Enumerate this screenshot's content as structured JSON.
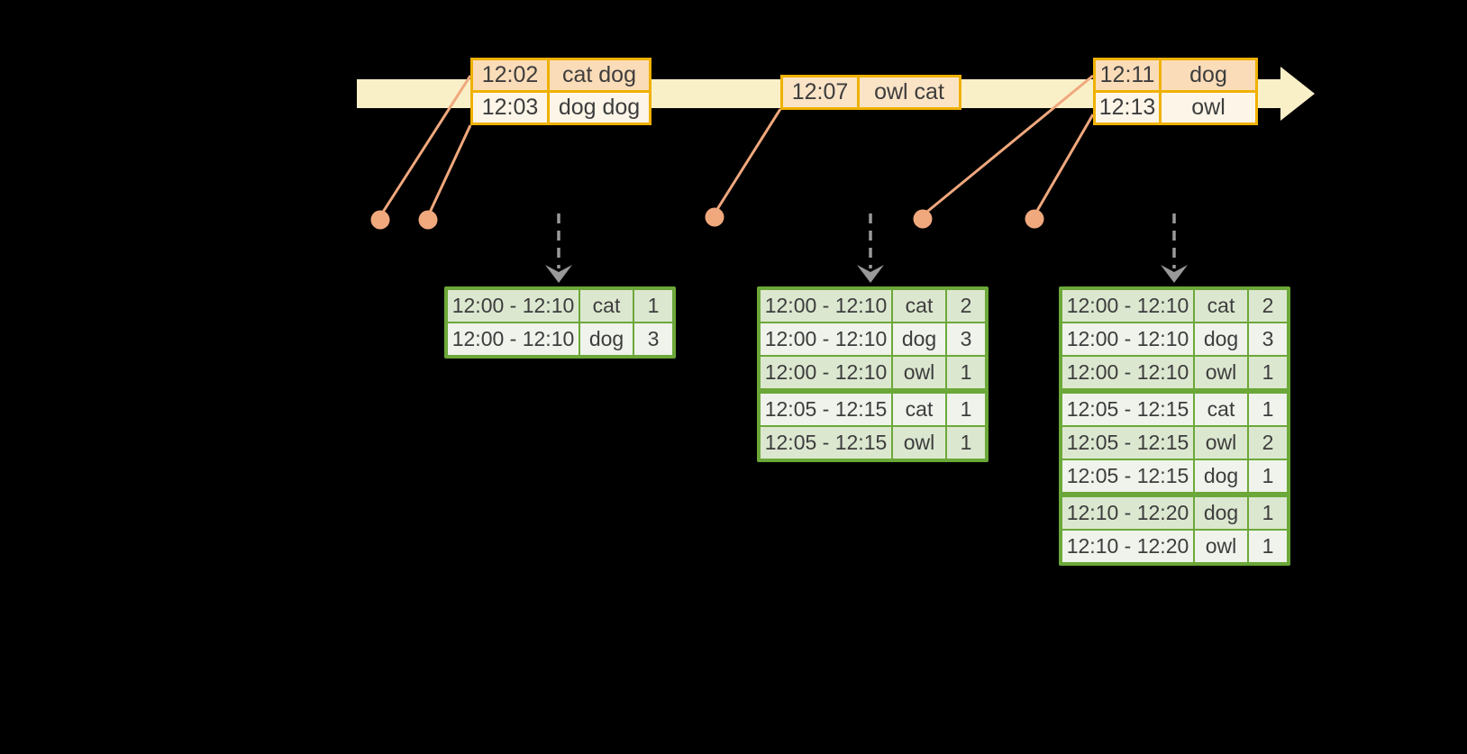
{
  "timeline": {
    "event_blocks": [
      {
        "rows": [
          {
            "time": "12:02",
            "words": "cat dog"
          },
          {
            "time": "12:03",
            "words": "dog dog"
          }
        ]
      },
      {
        "rows": [
          {
            "time": "12:07",
            "words": "owl cat"
          }
        ]
      },
      {
        "rows": [
          {
            "time": "12:11",
            "words": "dog"
          },
          {
            "time": "12:13",
            "words": "owl"
          }
        ]
      }
    ]
  },
  "result_tables": [
    {
      "rows": [
        {
          "window": "12:00 - 12:10",
          "word": "cat",
          "count": "1"
        },
        {
          "window": "12:00 - 12:10",
          "word": "dog",
          "count": "3"
        }
      ]
    },
    {
      "rows": [
        {
          "window": "12:00 - 12:10",
          "word": "cat",
          "count": "2"
        },
        {
          "window": "12:00 - 12:10",
          "word": "dog",
          "count": "3"
        },
        {
          "window": "12:00 - 12:10",
          "word": "owl",
          "count": "1"
        },
        {
          "window": "12:05 - 12:15",
          "word": "cat",
          "count": "1"
        },
        {
          "window": "12:05 - 12:15",
          "word": "owl",
          "count": "1"
        }
      ]
    },
    {
      "rows": [
        {
          "window": "12:00 - 12:10",
          "word": "cat",
          "count": "2"
        },
        {
          "window": "12:00 - 12:10",
          "word": "dog",
          "count": "3"
        },
        {
          "window": "12:00 - 12:10",
          "word": "owl",
          "count": "1"
        },
        {
          "window": "12:05 - 12:15",
          "word": "cat",
          "count": "1"
        },
        {
          "window": "12:05 - 12:15",
          "word": "owl",
          "count": "2"
        },
        {
          "window": "12:05 - 12:15",
          "word": "dog",
          "count": "1"
        },
        {
          "window": "12:10 - 12:20",
          "word": "dog",
          "count": "1"
        },
        {
          "window": "12:10 - 12:20",
          "word": "owl",
          "count": "1"
        }
      ]
    }
  ],
  "colors": {
    "background": "#000000",
    "timeline_fill": "#faf0c8",
    "event_table_border": "#efb102",
    "event_row_peach": "#fadcb8",
    "event_row_cream": "#fdf5e8",
    "event_row_light_peach": "#fbe4c6",
    "connector_salmon": "#f0a87d",
    "trigger_arrow_gray": "#999999",
    "result_table_border": "#6ca839",
    "result_row_dark": "#dce7d0",
    "result_row_light": "#eff3eb",
    "text": "#3d3d3d"
  }
}
